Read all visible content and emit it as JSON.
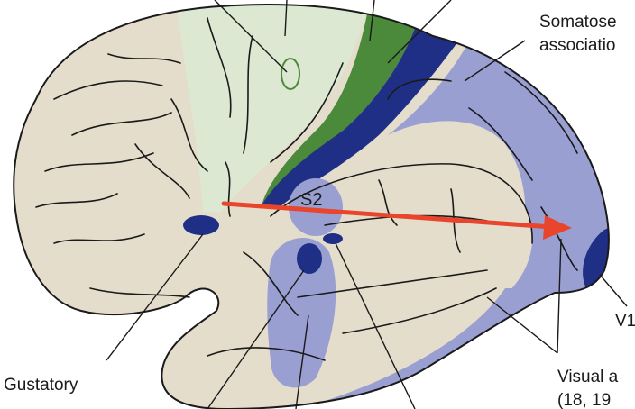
{
  "labels": {
    "somatosensory_line1": "Somatose",
    "somatosensory_line2": "associatio",
    "s2": "S2",
    "v1": "V1",
    "gustatory": "Gustatory",
    "visual_line1": "Visual a",
    "visual_line2": "(18, 19"
  },
  "colors": {
    "cortex": "#e5ddcb",
    "motor_area": "#dce8d2",
    "primary_motor": "#4a8a3a",
    "primary_somatosensory": "#1f2f86",
    "association_area": "#9a9fd2",
    "arrow": "#e8452c",
    "outline": "#1a1a1a"
  }
}
